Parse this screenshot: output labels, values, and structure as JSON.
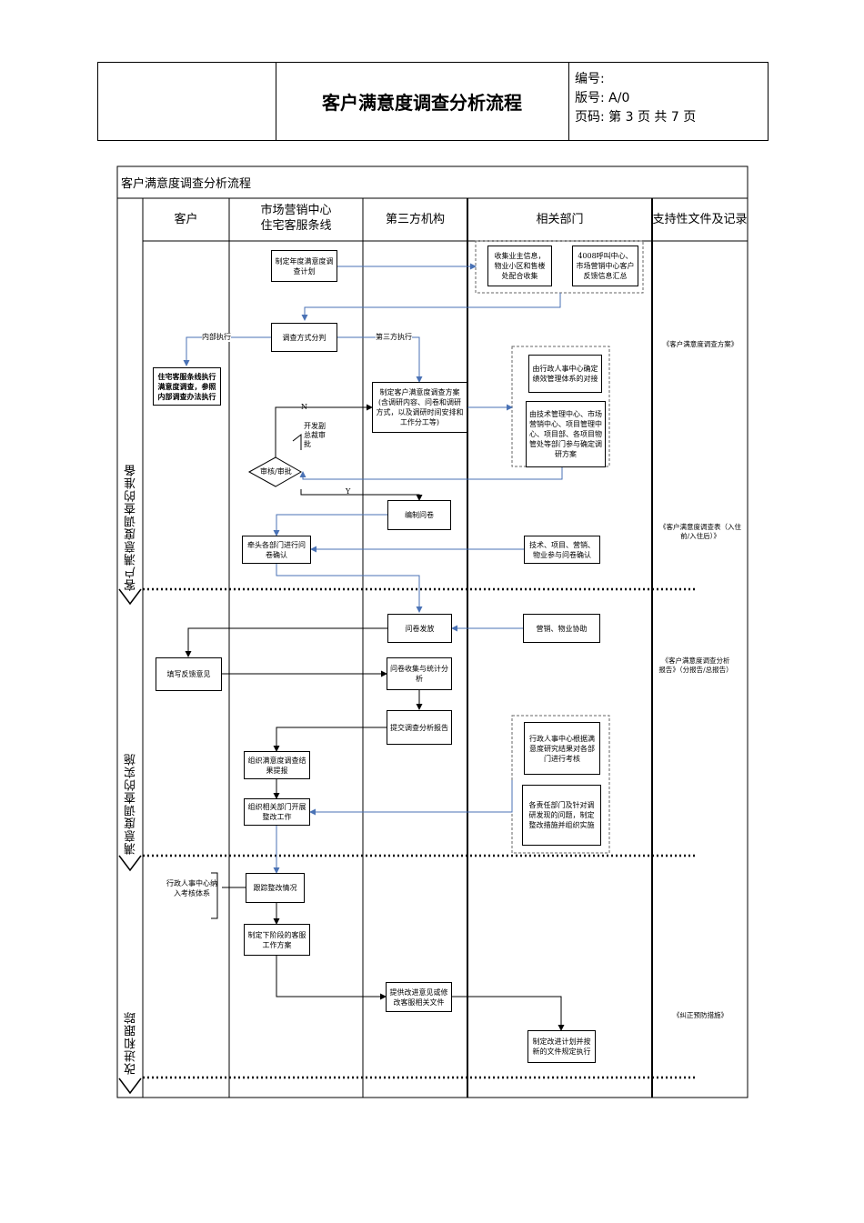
{
  "header": {
    "title": "客户满意度调查分析流程",
    "code_label": "编号:",
    "version_label": "版号:",
    "version_value": "A/0",
    "page_label": "页码:",
    "page_text": "第 3 页 共 7 页"
  },
  "flowchart": {
    "title": "客户满意度调查分析流程",
    "columns": {
      "customer": "客户",
      "marketing_1": "市场营销中心",
      "marketing_2": "住宅客服条线",
      "third_party": "第三方机构",
      "departments": "相关部门",
      "documents": "支持性文件及记录"
    },
    "phases": {
      "preparation": "客户满意度调查的准备",
      "implementation": "满意度调查的实施",
      "improvement": "改进和跟踪"
    },
    "boxes": {
      "annual_plan": "制定年度满意度调查计划",
      "collect_owner": "收集业主信息，物业小区和售楼处配合收集",
      "hotline": "4008呼叫中心、市场营销中心客户反馈信息汇总",
      "survey_method": "调查方式分判",
      "internal_exec": "住宅客服条线执行满意度调查，参照内部调查办法执行",
      "survey_plan": "制定客户满意度调查方案(含调研内容、问卷和调研方式，以及调研时间安排和工作分工等)",
      "hr_confirm": "由行政人事中心确定绩效管理体系的对接",
      "tech_confirm": "由技术管理中心、市场营销中心、项目管理中心、项目部、各项目物管处等部门参与确定调研方案",
      "vp_review": "开发副总裁审批",
      "review_approve": "审核/审批",
      "compile_questionnaire": "编制问卷",
      "lead_confirm": "牵头各部门进行问卷确认",
      "dept_questionnaire": "技术、项目、营销、物业参与问卷确认",
      "distribute": "问卷发放",
      "sales_assist": "营销、物业协助",
      "feedback": "填写反馈意见",
      "collect_stats": "问卷收集与统计分析",
      "submit_report": "提交调查分析报告",
      "report_result": "组织满意度调查结果提报",
      "hr_assess": "行政人事中心根据满意度研究结果对各部门进行考核",
      "organize_rectify": "组织相关部门开展整改工作",
      "dept_rectify": "各责任部门及针对调研发现的问题，制定整改措施并组织实施",
      "track": "跟踪整改情况",
      "hr_include": "行政人事中心纳入考核体系",
      "next_plan": "制定下阶段的客服工作方案",
      "improve_docs": "提供改进意见或修改客服相关文件",
      "improve_plan": "制定改进计划并按新的文件规定执行"
    },
    "edge_labels": {
      "internal": "内部执行",
      "third": "第三方执行",
      "no": "N",
      "yes": "Y"
    },
    "documents": {
      "plan": "《客户满意度调查方案》",
      "questionnaire": "《客户满意度调查表（入住前/入住后）》",
      "report": "《客户满意度调查分析报告》（分报告/总报告）",
      "corrective": "《纠正预防措施》"
    }
  }
}
